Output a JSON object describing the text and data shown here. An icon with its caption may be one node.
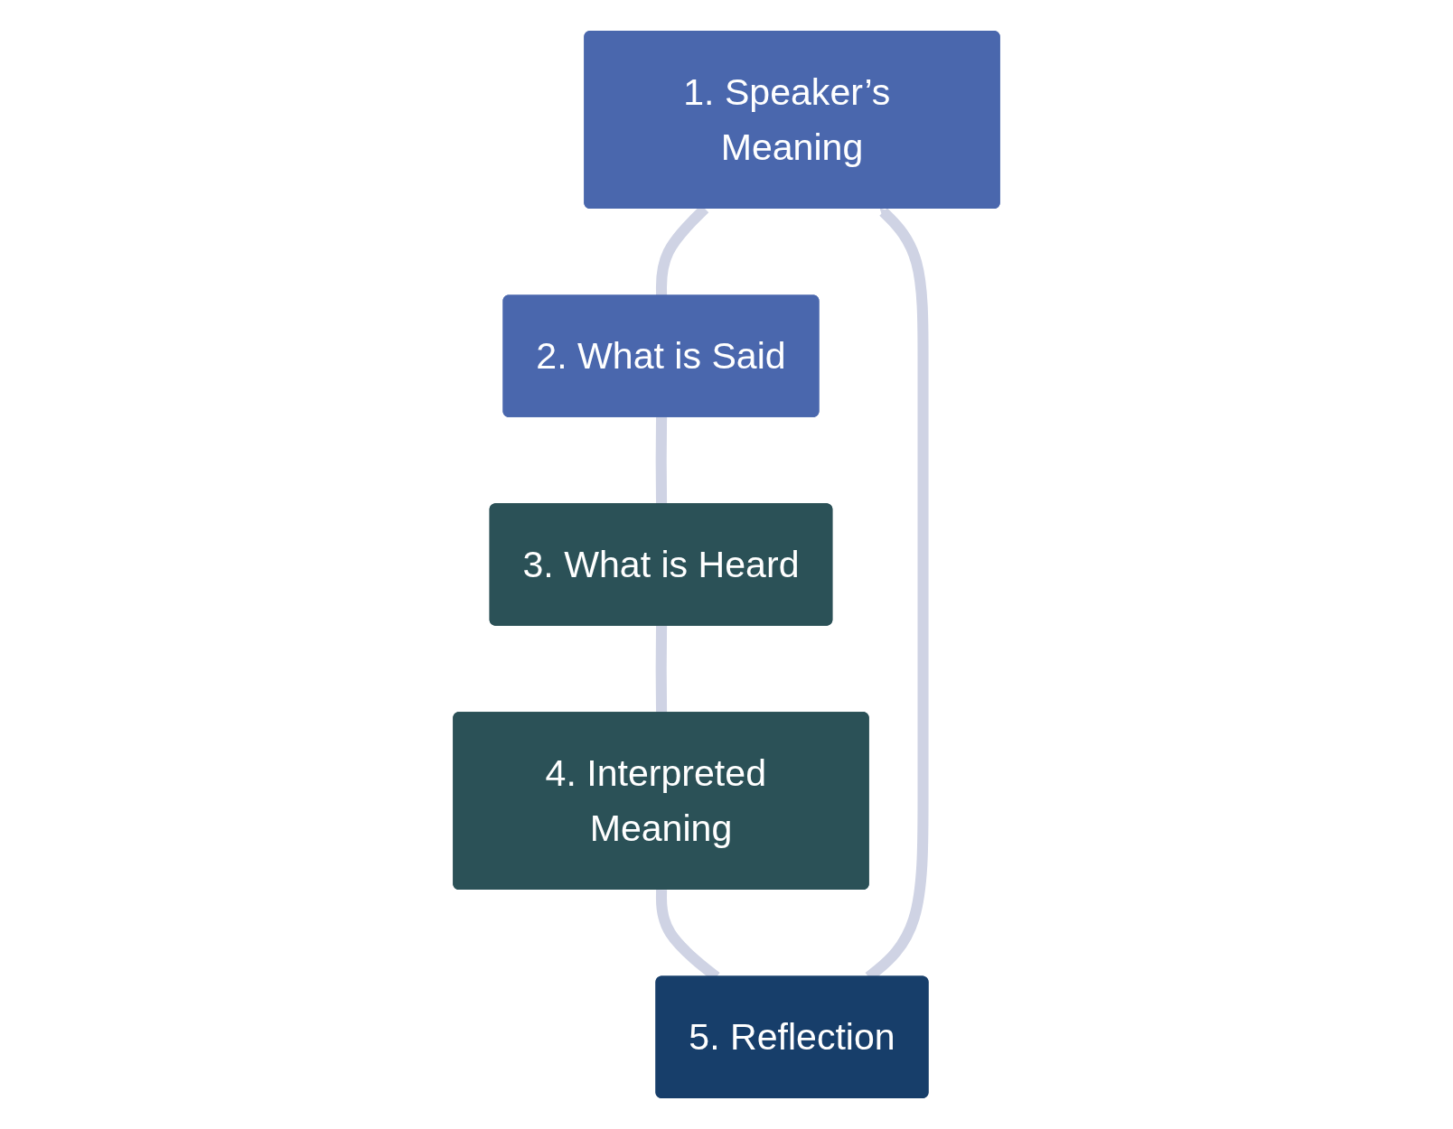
{
  "diagram": {
    "nodes": [
      {
        "text": [
          "1. Speaker’s Meaning"
        ]
      },
      {
        "text": [
          "2. What is Said"
        ]
      },
      {
        "text": [
          "3. What is Heard"
        ]
      },
      {
        "text": [
          "4. Interpreted Meaning"
        ]
      },
      {
        "text": [
          "5. Reflection"
        ]
      }
    ],
    "edges": [
      {
        "from": 0,
        "to": 1,
        "arrow": "none"
      },
      {
        "from": 1,
        "to": 2,
        "arrow": "none"
      },
      {
        "from": 2,
        "to": 3,
        "arrow": "none"
      },
      {
        "from": 3,
        "to": 4,
        "arrow": "none"
      },
      {
        "from": 4,
        "to": 0,
        "arrow": "to"
      }
    ]
  }
}
